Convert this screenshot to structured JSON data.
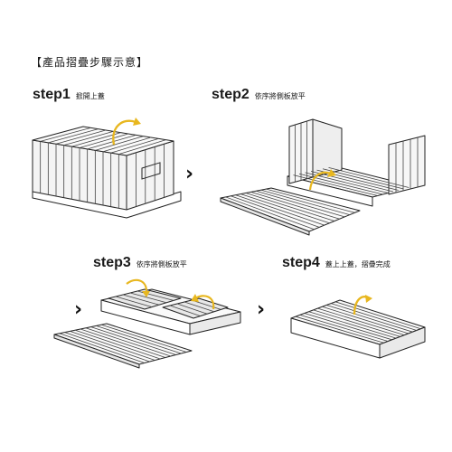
{
  "header": {
    "title": "【產品摺疊步驟示意】"
  },
  "steps": [
    {
      "label": "step1",
      "description": "掀開上蓋"
    },
    {
      "label": "step2",
      "description": "依序將側板放平"
    },
    {
      "label": "step3",
      "description": "依序將側板放平"
    },
    {
      "label": "step4",
      "description": "蓋上上蓋，摺疊完成"
    }
  ],
  "next_arrows": [
    "›",
    "›",
    "›"
  ],
  "colors": {
    "accent": "#e8b71f",
    "line": "#222222",
    "fill": "#f4f4f4"
  }
}
